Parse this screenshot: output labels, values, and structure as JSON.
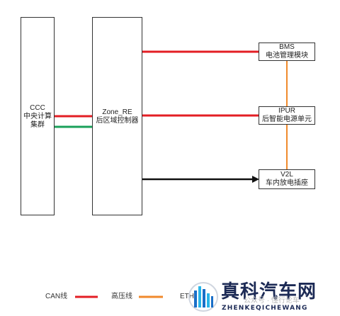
{
  "nodes": {
    "ccc": {
      "line1": "CCC",
      "line2": "中央计算",
      "line3": "集群"
    },
    "zone_re": {
      "line1": "Zone_RE",
      "line2": "后区域控制器"
    },
    "bms": {
      "line1": "BMS",
      "line2": "电池管理模块"
    },
    "ipur": {
      "line1": "IPUR",
      "line2": "后智能电源单元"
    },
    "v2l": {
      "line1": "V2L",
      "line2": "车内放电插座"
    }
  },
  "legend": {
    "can": "CAN线",
    "hv": "高压线",
    "eth": "ETH"
  },
  "colors": {
    "can": "#e31e24",
    "hv": "#f08a2c",
    "eth": "#1aa05a",
    "power": "#111111"
  },
  "watermark": {
    "title": "真科汽车网",
    "subtitle": "ZHENKEQICHEWANG",
    "faint": "公众号 · 懂行论车"
  }
}
